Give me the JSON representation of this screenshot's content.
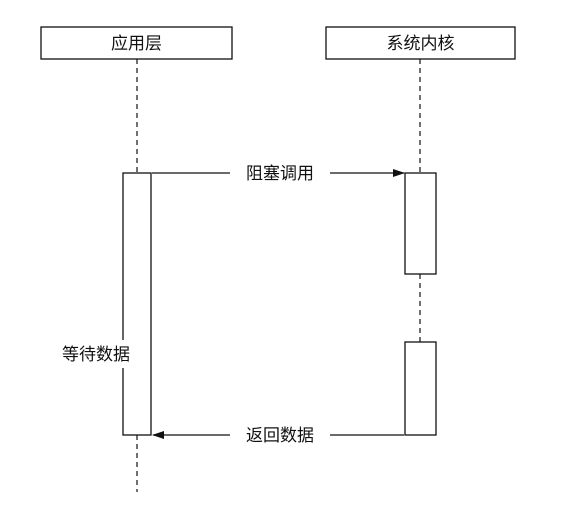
{
  "participants": {
    "app": {
      "label": "应用层"
    },
    "kernel": {
      "label": "系统内核"
    }
  },
  "messages": {
    "call": {
      "label": "阻塞调用"
    },
    "return": {
      "label": "返回数据"
    }
  },
  "notes": {
    "waiting": {
      "label": "等待数据"
    }
  }
}
